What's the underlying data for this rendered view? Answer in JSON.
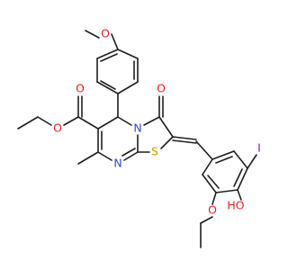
{
  "molecule": {
    "atom_labels": {
      "methoxy_o": "O",
      "ester_o_carbonyl": "O",
      "ester_o_ether": "O",
      "ketone_o": "O",
      "n_ring": "N",
      "n_imine": "N",
      "s_ring": "S",
      "iodine": "I",
      "hydroxyl": "HO",
      "ethoxy_o": "O"
    },
    "colors": {
      "bond": "#1f1f1f",
      "oxygen": "#e8211f",
      "nitrogen": "#2d46e5",
      "sulfur": "#c8a000",
      "iodine": "#8c1aa5"
    }
  }
}
